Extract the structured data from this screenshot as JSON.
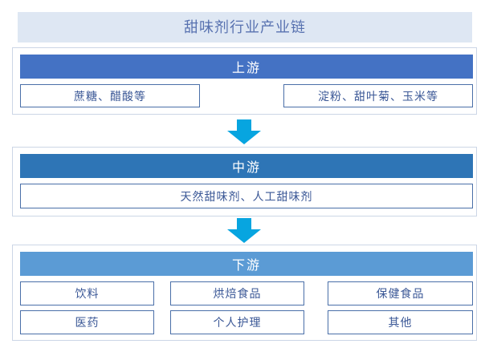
{
  "title": "甜味剂行业产业链",
  "accent_colors": {
    "title_band_bg": "#dee7f3",
    "title_text": "#5872b0",
    "upstream_header": "#4472c4",
    "midstream_header": "#2e75b6",
    "downstream_header": "#5b9bd5",
    "box_border": "#4a6fa8",
    "box_text": "#3a5796",
    "arrow": "#07a5e0",
    "section_border": "#ccd6e6"
  },
  "sections": [
    {
      "key": "upstream",
      "header": "上游",
      "items": [
        {
          "label": "蔗糖、醋酸等"
        },
        {
          "label": "淀粉、甜叶菊、玉米等"
        }
      ]
    },
    {
      "key": "midstream",
      "header": "中游",
      "items": [
        {
          "label": "天然甜味剂、人工甜味剂"
        }
      ]
    },
    {
      "key": "downstream",
      "header": "下游",
      "items": [
        {
          "label": "饮料"
        },
        {
          "label": "烘焙食品"
        },
        {
          "label": "保健食品"
        },
        {
          "label": "医药"
        },
        {
          "label": "个人护理"
        },
        {
          "label": "其他"
        }
      ]
    }
  ],
  "arrows": [
    {
      "name": "arrow-upstream-to-midstream",
      "direction": "down"
    },
    {
      "name": "arrow-midstream-to-downstream",
      "direction": "down"
    }
  ],
  "chart_data": {
    "type": "diagram",
    "subtype": "industry-value-chain",
    "title": "甜味剂行业产业链",
    "stages": [
      {
        "name": "上游",
        "nodes": [
          "蔗糖、醋酸等",
          "淀粉、甜叶菊、玉米等"
        ]
      },
      {
        "name": "中游",
        "nodes": [
          "天然甜味剂、人工甜味剂"
        ]
      },
      {
        "name": "下游",
        "nodes": [
          "饮料",
          "烘焙食品",
          "保健食品",
          "医药",
          "个人护理",
          "其他"
        ]
      }
    ],
    "flow": [
      "上游",
      "中游",
      "下游"
    ]
  }
}
